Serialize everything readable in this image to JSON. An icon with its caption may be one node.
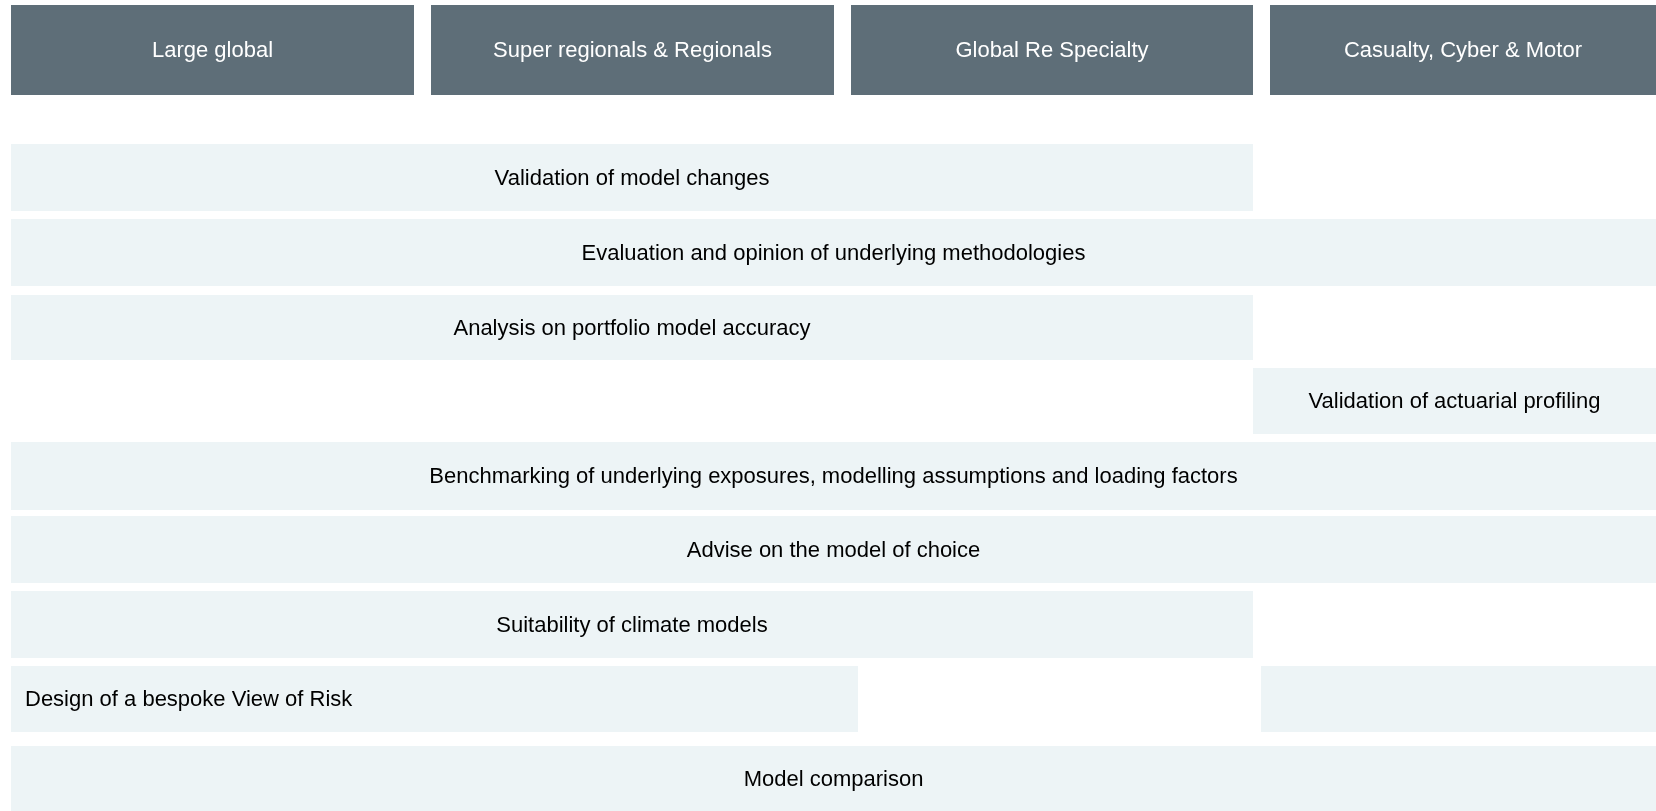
{
  "diagram": {
    "nodes": [
      {
        "text": [
          "Large global"
        ]
      },
      {
        "text": [
          "Super regionals & Regionals"
        ]
      },
      {
        "text": [
          "Global Re Specialty"
        ]
      },
      {
        "text": [
          "Casualty, Cyber & Motor"
        ]
      },
      {
        "text": [
          "Validation of model changes"
        ]
      },
      {
        "text": [
          "Evaluation and opinion of underlying methodologies"
        ]
      },
      {
        "text": [
          "Analysis on portfolio model accuracy"
        ]
      },
      {
        "text": [
          "Validation of actuarial profiling"
        ]
      },
      {
        "text": [
          "Benchmarking of underlying exposures, modelling assumptions and loading factors"
        ]
      },
      {
        "text": [
          "Advise on the model of choice"
        ]
      },
      {
        "text": [
          "Suitability of climate models"
        ]
      },
      {
        "text": [
          "Design of a bespoke View of Risk"
        ]
      },
      {
        "text": [],
        "shape": "box"
      },
      {
        "text": [
          "Model comparison"
        ]
      }
    ]
  }
}
